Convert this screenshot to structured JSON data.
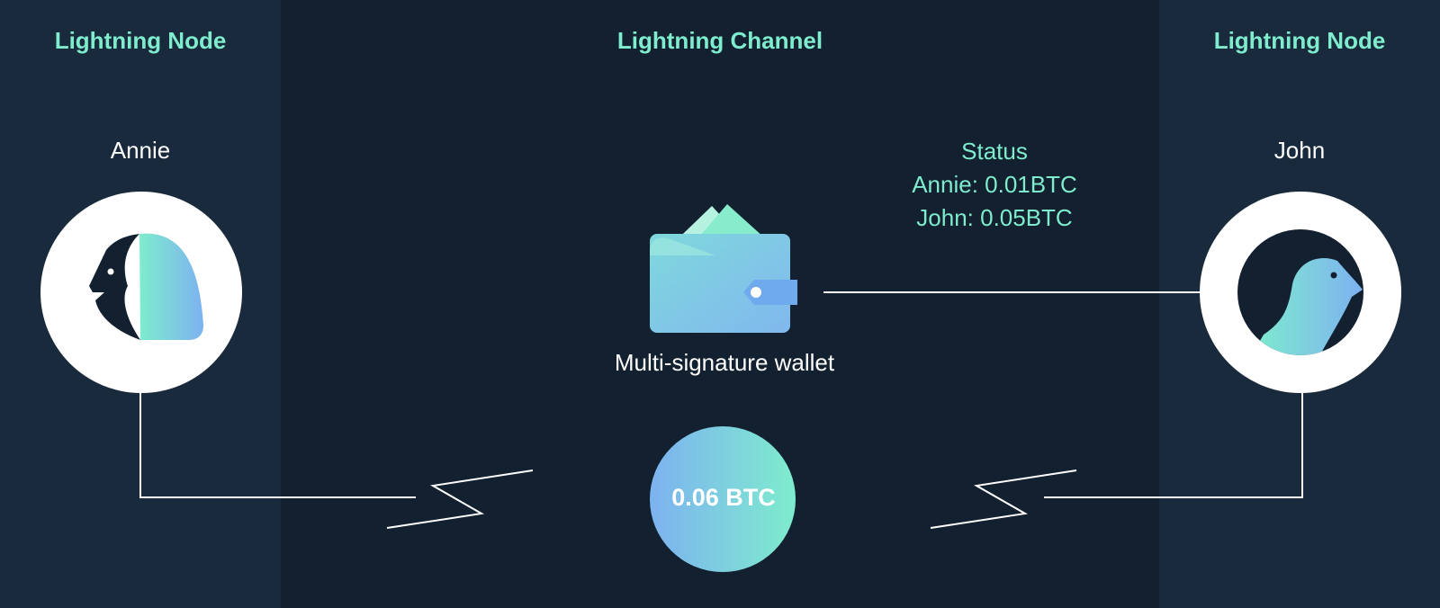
{
  "headings": {
    "left": "Lightning Node",
    "center": "Lightning Channel",
    "right": "Lightning Node"
  },
  "nodes": {
    "left": {
      "name": "Annie",
      "icon": "person-icon"
    },
    "right": {
      "name": "John",
      "icon": "person-icon"
    }
  },
  "status": {
    "title": "Status",
    "lines": [
      "Annie: 0.01BTC",
      "John: 0.05BTC"
    ]
  },
  "wallet": {
    "label": "Multi-signature wallet",
    "icon": "wallet-icon"
  },
  "channel": {
    "amount": "0.06 BTC"
  },
  "colors": {
    "background": "#12202f",
    "panel": "#182a3c",
    "accent": "#7eeccd",
    "gradient_start": "#7eeccd",
    "gradient_end": "#7db2f0"
  }
}
